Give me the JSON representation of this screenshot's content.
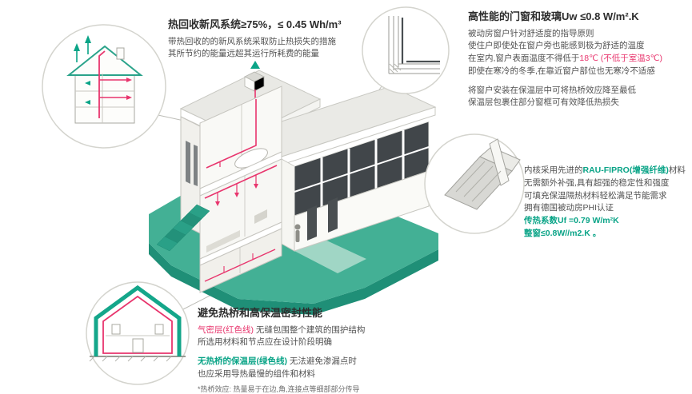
{
  "colors": {
    "teal_accent": "#0aa487",
    "magenta_accent": "#e8356d",
    "platform_green": "#43b095",
    "heading_text": "#2d2d2d",
    "body_text": "#525252"
  },
  "callouts": {
    "ventilation": {
      "title": "热回收新风系统≥75%，≤ 0.45 Wh/m³",
      "lines": [
        "带热回收的的新风系统采取防止热损失的措施",
        "其所节约的能量远超其运行所耗费的能量"
      ],
      "icon": "house-section-with-heat-recovery-ventilation"
    },
    "windows": {
      "title": "高性能的门窗和玻璃Uw ≤0.8 W/m².K",
      "line1": "被动房窗户针对舒适度的指导原则",
      "line2": "使住户即使处在窗户旁也能感到极为舒适的温度",
      "line3_prefix": "在室内,窗户表面温度不得低于",
      "line3_highlight": "18℃ (不低于室温3℃)",
      "line4": "即使在寒冷的冬季,在靠近窗户部位也无寒冷不适感",
      "line5": "将窗户安装在保温层中可将热桥效应降至最低",
      "line6": "保温层包裹住部分窗框可有效降低热损失",
      "icon": "window-corner-technical-drawing"
    },
    "profile": {
      "line1_prefix": "内核采用先进的",
      "line1_highlight": "RAU-FIPRO(增强纤维)",
      "line1_suffix": "材料",
      "line2": "无需额外补强,具有超强的稳定性和强度",
      "line3": "可填充保温隔热材料轻松满足节能需求",
      "line4": "拥有德国被动房PHI认证",
      "line5": "传热系数Uf =0.79 W/m²K",
      "line6": "整窗≤0.8W//m2.K 。",
      "icon": "window-frame-profile-render"
    },
    "thermal": {
      "title": "避免热桥和高保温密封性能",
      "line1_highlight": "气密层(红色线)",
      "line1_rest": " 无缝包围整个建筑的围护结构",
      "line2": "所选用材料和节点应在设计阶段明确",
      "line3_highlight": "无热桥的保温层(绿色线)",
      "line3_rest": " 无法避免渗漏点时",
      "line4": "也应采用导热最慢的组件和材料",
      "footnote": "*热桥效应: 热量易于在边,角,连接点等细部部分传导",
      "icon": "house-outline-thermal-envelope"
    }
  },
  "center_illustration": "isometric-cutaway-passive-house-on-green-base"
}
